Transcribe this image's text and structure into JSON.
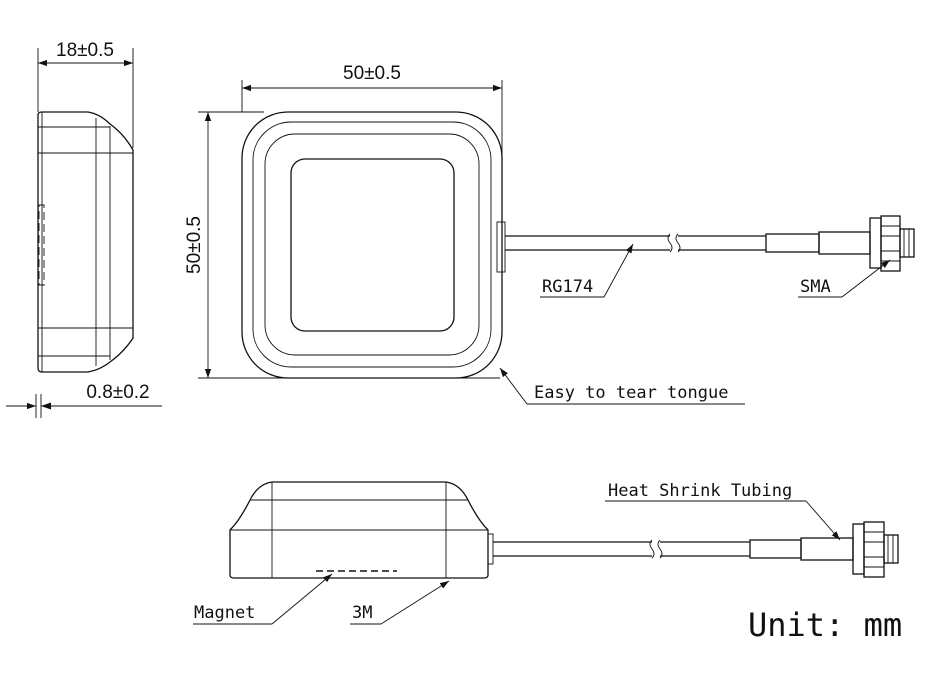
{
  "dimensions": {
    "side_thickness": "18±0.5",
    "width": "50±0.5",
    "height": "50±0.5",
    "tongue_thickness": "0.8±0.2"
  },
  "callouts": {
    "cable": "RG174",
    "connector": "SMA",
    "tear_tongue": "Easy to tear tongue",
    "heat_shrink": "Heat Shrink Tubing",
    "magnet": "Magnet",
    "adhesive": "3M"
  },
  "unit": "Unit: mm",
  "colors": {
    "stroke": "#111111",
    "background": "#ffffff"
  }
}
